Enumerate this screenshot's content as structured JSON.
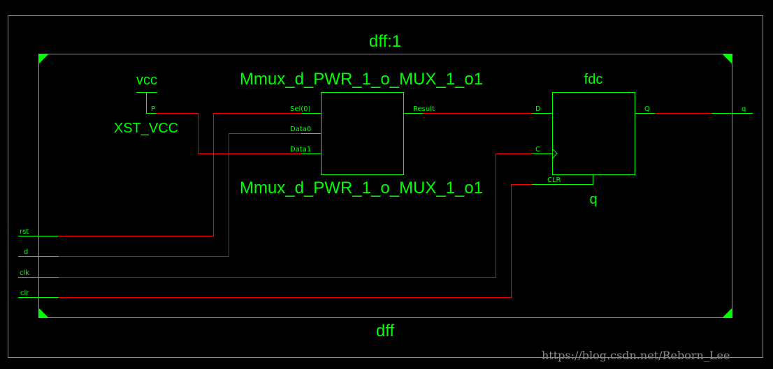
{
  "block": {
    "instance_title": "dff:1",
    "module_name": "dff"
  },
  "vcc": {
    "label": "vcc",
    "instance": "XST_VCC",
    "pin": "P"
  },
  "mux": {
    "title_top": "Mmux_d_PWR_1_o_MUX_1_o1",
    "title_bottom": "Mmux_d_PWR_1_o_MUX_1_o1",
    "pins": {
      "sel": "Sel(0)",
      "data0": "Data0",
      "data1": "Data1",
      "result": "Result"
    }
  },
  "fdc": {
    "title": "fdc",
    "instance": "q",
    "pins": {
      "d": "D",
      "c": "C",
      "clr": "CLR",
      "q": "Q"
    }
  },
  "ports": {
    "inputs": [
      "rst",
      "d",
      "clk",
      "clr"
    ],
    "output": "q"
  },
  "colors": {
    "background": "#000000",
    "component": "#00ff00",
    "net": "#ff0000",
    "frame": "#8a8a8a"
  },
  "watermark": "https://blog.csdn.net/Reborn_Lee"
}
